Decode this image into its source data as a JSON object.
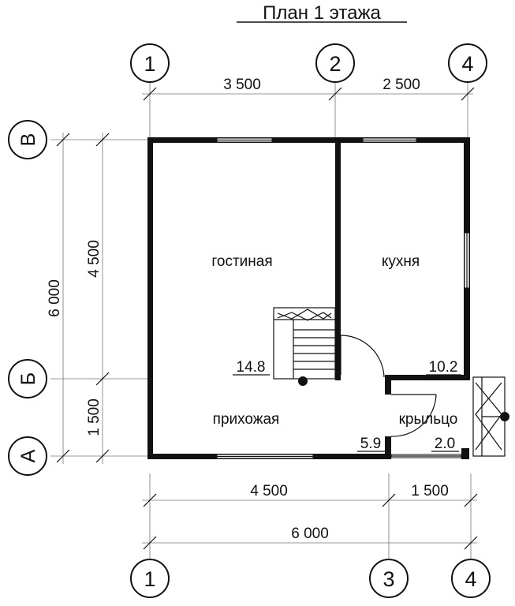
{
  "title": "План 1 этажа",
  "axes": {
    "top": [
      "1",
      "2",
      "4"
    ],
    "bottom": [
      "1",
      "3",
      "4"
    ],
    "left": [
      "В",
      "Б",
      "А"
    ]
  },
  "dimensions": {
    "top": [
      "3 500",
      "2 500"
    ],
    "bottom_segments": [
      "4 500",
      "1 500"
    ],
    "bottom_total": "6 000",
    "left_segments": [
      "4 500",
      "1 500"
    ],
    "left_total": "6 000"
  },
  "rooms": [
    {
      "name": "гостиная",
      "area": "14.8"
    },
    {
      "name": "кухня",
      "area": "10.2"
    },
    {
      "name": "прихожая",
      "area": "5.9"
    },
    {
      "name": "крыльцо",
      "area": "2.0"
    }
  ]
}
